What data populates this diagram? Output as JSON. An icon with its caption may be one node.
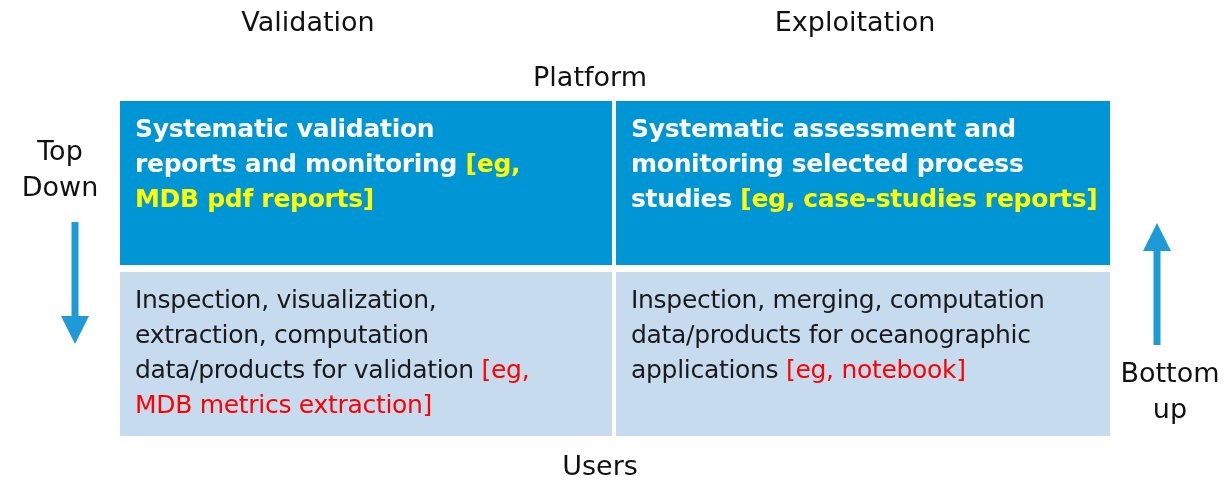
{
  "diagram": {
    "nodes": [
      {
        "text": [
          "Systematic validation reports and monitoring",
          "[eg, MDB pdf reports]"
        ]
      },
      {
        "text": [
          "Systematic assessment and monitoring selected process studies",
          "[eg, case-studies reports]"
        ]
      },
      {
        "text": [
          "Inspection, visualization, extraction, computation data/products for validation",
          "[eg, MDB metrics extraction]"
        ]
      },
      {
        "text": [
          "Inspection, merging, computation data/products for oceanographic applications",
          "[eg, notebook]"
        ]
      }
    ],
    "edges": [],
    "labels": [
      "Validation",
      "Exploitation",
      "Platform",
      "Top Down",
      "Bottom up",
      "Users"
    ]
  }
}
